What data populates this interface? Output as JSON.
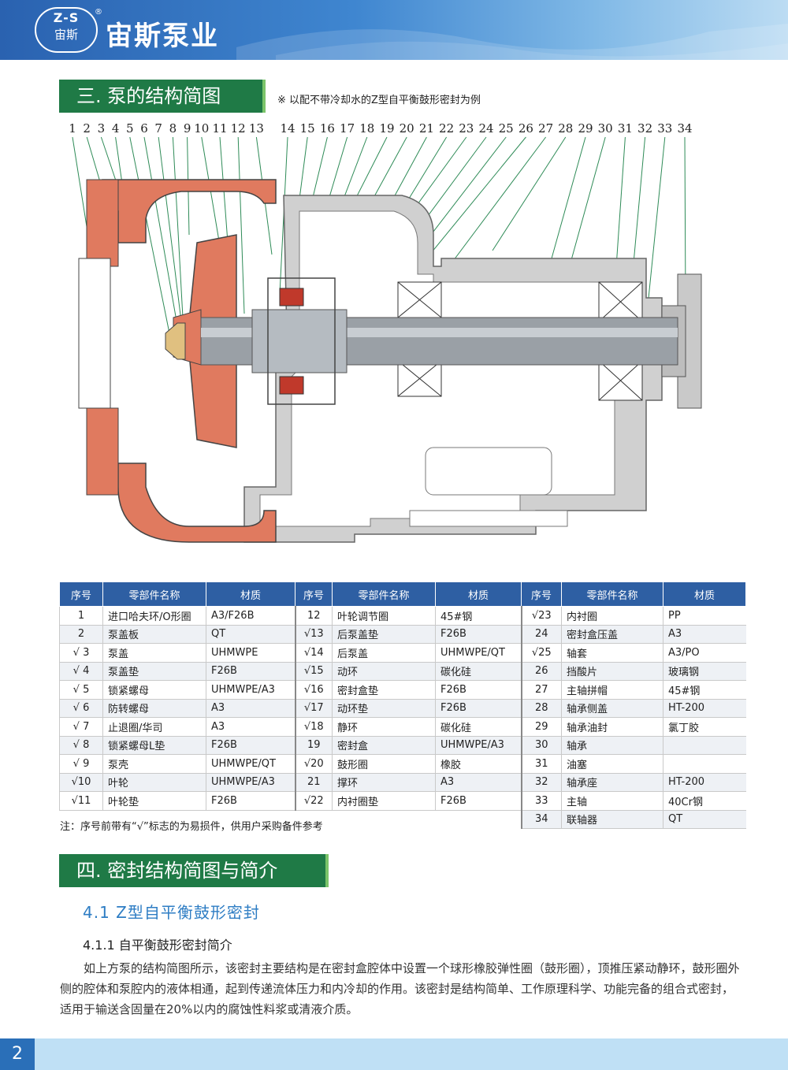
{
  "header": {
    "logo_top": "Z-S",
    "logo_bottom": "宙斯",
    "reg_mark": "®",
    "brand": "宙斯泵业"
  },
  "section3": {
    "title": "三. 泵的结构简图",
    "note": "※ 以配不带冷却水的Z型自平衡鼓形密封为例"
  },
  "diagram": {
    "numbers": [
      "1",
      "2",
      "3",
      "4",
      "5",
      "6",
      "7",
      "8",
      "9",
      "10",
      "11",
      "12",
      "13",
      "14",
      "15",
      "16",
      "17",
      "18",
      "19",
      "20",
      "21",
      "22",
      "23",
      "24",
      "25",
      "26",
      "27",
      "28",
      "29",
      "30",
      "31",
      "32",
      "33",
      "34"
    ],
    "colors": {
      "ptfe": "#e07a5f",
      "metal": "#c9c9c9",
      "shaft": "#9aa0a6",
      "seal": "#c0392b",
      "leader": "#2e8b57"
    }
  },
  "table": {
    "headers": [
      "序号",
      "零部件名称",
      "材质",
      "序号",
      "零部件名称",
      "材质",
      "序号",
      "零部件名称",
      "材质"
    ],
    "rows": [
      [
        [
          "1",
          "进口哈夫环/O形圈",
          "A3/F26B"
        ],
        [
          "12",
          "叶轮调节圈",
          "45#钢"
        ],
        [
          "√23",
          "内衬圈",
          "PP"
        ]
      ],
      [
        [
          "2",
          "泵盖板",
          "QT"
        ],
        [
          "√13",
          "后泵盖垫",
          "F26B"
        ],
        [
          "24",
          "密封盒压盖",
          "A3"
        ]
      ],
      [
        [
          "√ 3",
          "泵盖",
          "UHMWPE"
        ],
        [
          "√14",
          "后泵盖",
          "UHMWPE/QT"
        ],
        [
          "√25",
          "轴套",
          "A3/PO"
        ]
      ],
      [
        [
          "√ 4",
          "泵盖垫",
          "F26B"
        ],
        [
          "√15",
          "动环",
          "碳化硅"
        ],
        [
          "26",
          "挡酸片",
          "玻璃钢"
        ]
      ],
      [
        [
          "√ 5",
          "锁紧螺母",
          "UHMWPE/A3"
        ],
        [
          "√16",
          "密封盒垫",
          "F26B"
        ],
        [
          "27",
          "主轴拼帽",
          "45#钢"
        ]
      ],
      [
        [
          "√ 6",
          "防转螺母",
          "A3"
        ],
        [
          "√17",
          "动环垫",
          "F26B"
        ],
        [
          "28",
          "轴承侧盖",
          "HT-200"
        ]
      ],
      [
        [
          "√ 7",
          "止退圈/华司",
          "A3"
        ],
        [
          "√18",
          "静环",
          "碳化硅"
        ],
        [
          "29",
          "轴承油封",
          "氯丁胶"
        ]
      ],
      [
        [
          "√ 8",
          "锁紧螺母L垫",
          "F26B"
        ],
        [
          "19",
          "密封盒",
          "UHMWPE/A3"
        ],
        [
          "30",
          "轴承",
          ""
        ]
      ],
      [
        [
          "√ 9",
          "泵壳",
          "UHMWPE/QT"
        ],
        [
          "√20",
          "鼓形圈",
          "橡胶"
        ],
        [
          "31",
          "油塞",
          ""
        ]
      ],
      [
        [
          "√10",
          "叶轮",
          "UHMWPE/A3"
        ],
        [
          "21",
          "撑环",
          "A3"
        ],
        [
          "32",
          "轴承座",
          "HT-200"
        ]
      ],
      [
        [
          "√11",
          "叶轮垫",
          "F26B"
        ],
        [
          "√22",
          "内衬圈垫",
          "F26B"
        ],
        [
          "33",
          "主轴",
          "40Cr钢"
        ]
      ]
    ],
    "last_row": [
      "34",
      "联轴器",
      "QT"
    ]
  },
  "note": "注：序号前带有“√”标志的为易损件，供用户采购备件参考",
  "section4": {
    "title": "四. 密封结构简图与简介",
    "sub1": "4.1  Z型自平衡鼓形密封",
    "sub2": "4.1.1  自平衡鼓形密封简介",
    "paragraph": "如上方泵的结构简图所示，该密封主要结构是在密封盒腔体中设置一个球形橡胶弹性圈（鼓形圈），顶推压紧动静环，鼓形圈外侧的腔体和泵腔内的液体相通，起到传递流体压力和内冷却的作用。该密封是结构简单、工作原理科学、功能完备的组合式密封，适用于输送含固量在20%以内的腐蚀性料浆或清液介质。"
  },
  "footer": {
    "page": "2"
  }
}
